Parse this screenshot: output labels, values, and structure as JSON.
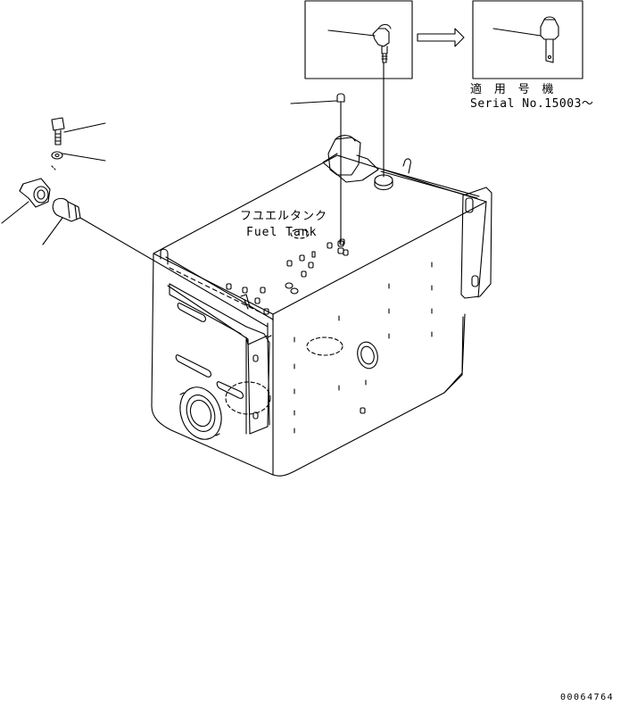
{
  "labels": {
    "fuel_tank_jp": "フユエルタンク",
    "fuel_tank_en": "Fuel Tank",
    "applicable_jp": "適 用 号 機",
    "serial_en": "Serial No.15003～",
    "drawing_no": "00064764"
  },
  "colors": {
    "line": "#000000",
    "background": "#ffffff"
  }
}
